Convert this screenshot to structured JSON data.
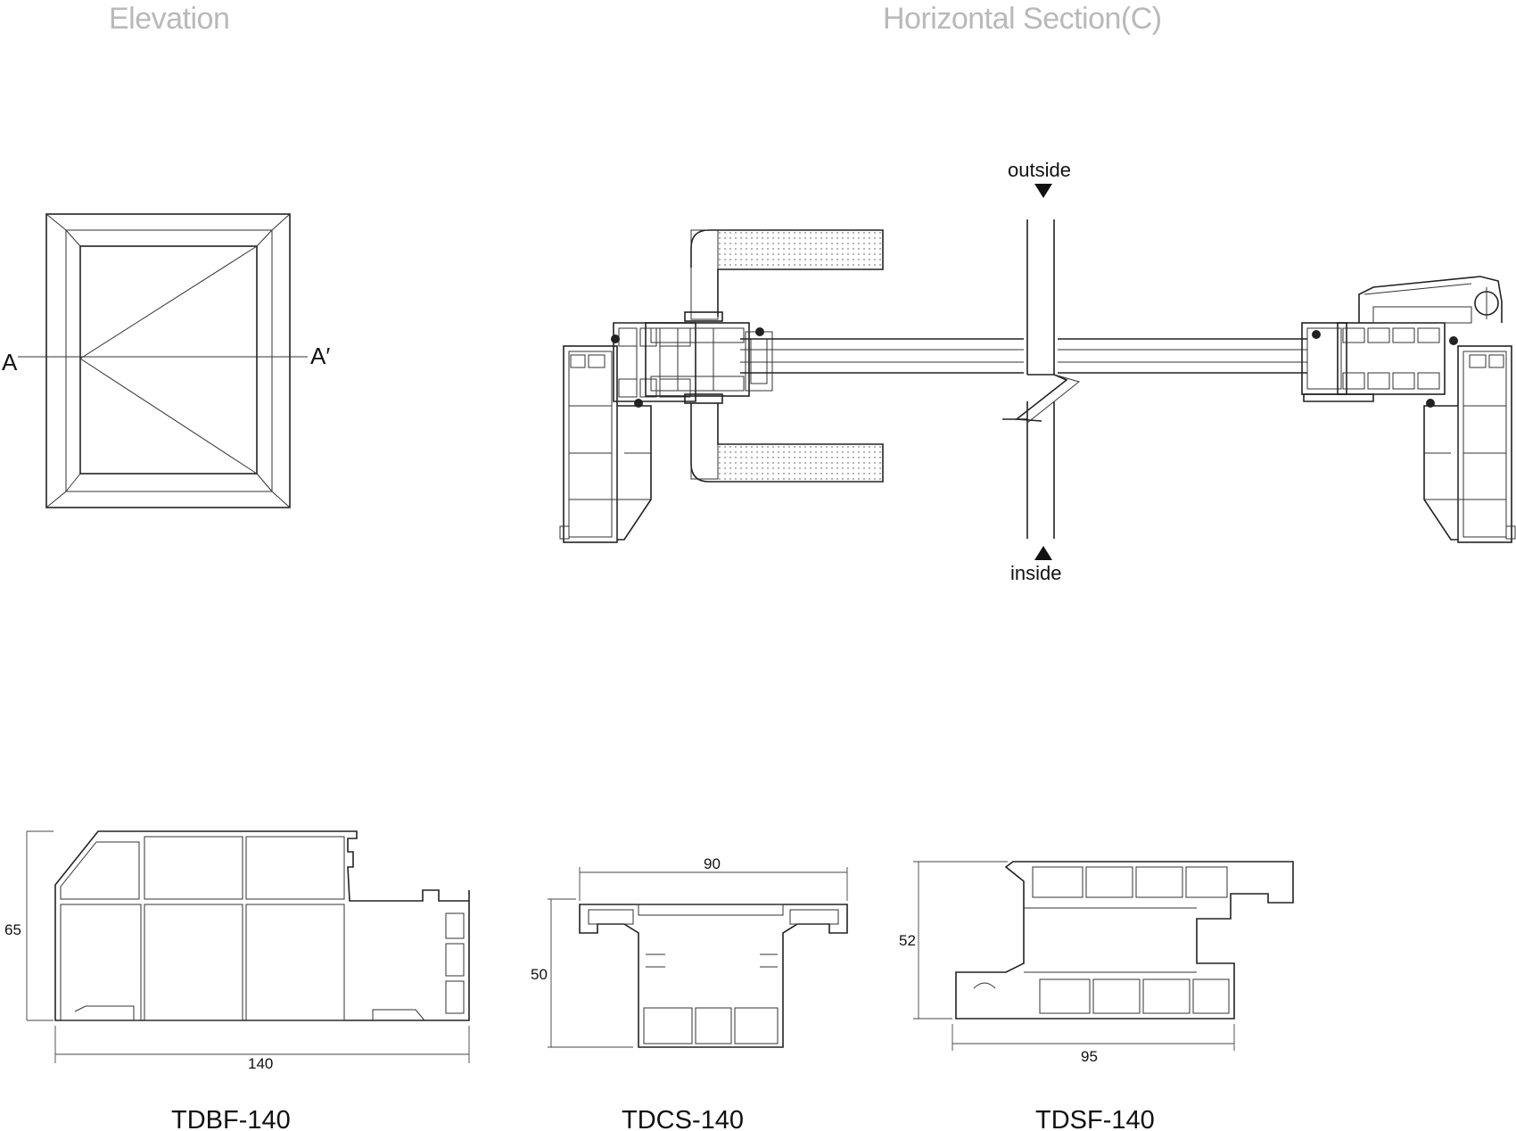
{
  "headings": {
    "elevation": "Elevation",
    "horizontal_section": "Horizontal Section(C)"
  },
  "elevation": {
    "left_marker": "A",
    "right_marker": "A′"
  },
  "section": {
    "outside_label": "outside",
    "inside_label": "inside"
  },
  "profiles": [
    {
      "code": "TDBF-140",
      "width_dim": "140",
      "height_dim": "65"
    },
    {
      "code": "TDCS-140",
      "width_dim": "90",
      "height_dim": "50"
    },
    {
      "code": "TDSF-140",
      "width_dim": "95",
      "height_dim": "52"
    }
  ]
}
